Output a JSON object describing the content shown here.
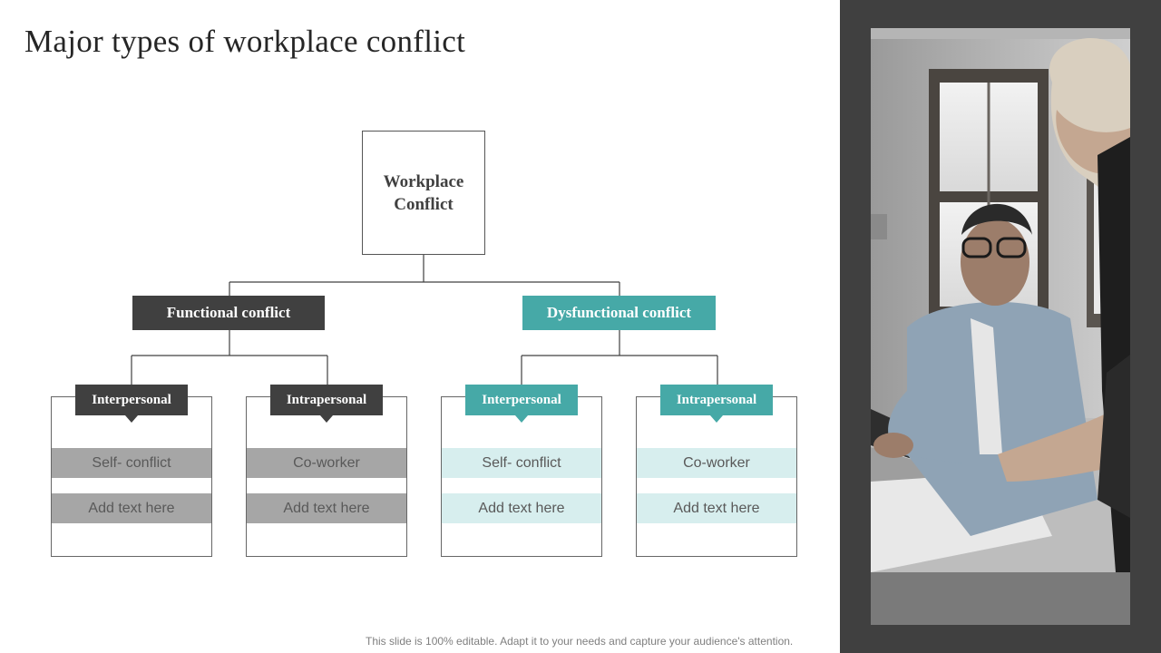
{
  "title": "Major types of workplace conflict",
  "diagram": {
    "root": {
      "line1": "Workplace",
      "line2": "Conflict"
    },
    "branches": [
      {
        "label": "Functional conflict",
        "style": "dark",
        "children": [
          {
            "tag": "Interpersonal",
            "rows": [
              "Self- conflict",
              "Add text here"
            ]
          },
          {
            "tag": "Intrapersonal",
            "rows": [
              "Co-worker",
              "Add text here"
            ]
          }
        ]
      },
      {
        "label": "Dysfunctional conflict",
        "style": "teal",
        "children": [
          {
            "tag": "Interpersonal",
            "rows": [
              "Self- conflict",
              "Add text here"
            ]
          },
          {
            "tag": "Intrapersonal",
            "rows": [
              "Co-worker",
              "Add text here"
            ]
          }
        ]
      }
    ]
  },
  "footer": "This slide is 100% editable. Adapt it to your needs and capture your audience's attention.",
  "colors": {
    "dark": "#404040",
    "teal": "#46a9a7",
    "gray_row": "#a6a6a6",
    "light_teal_row": "#d7eeee",
    "side_panel": "#404040"
  }
}
